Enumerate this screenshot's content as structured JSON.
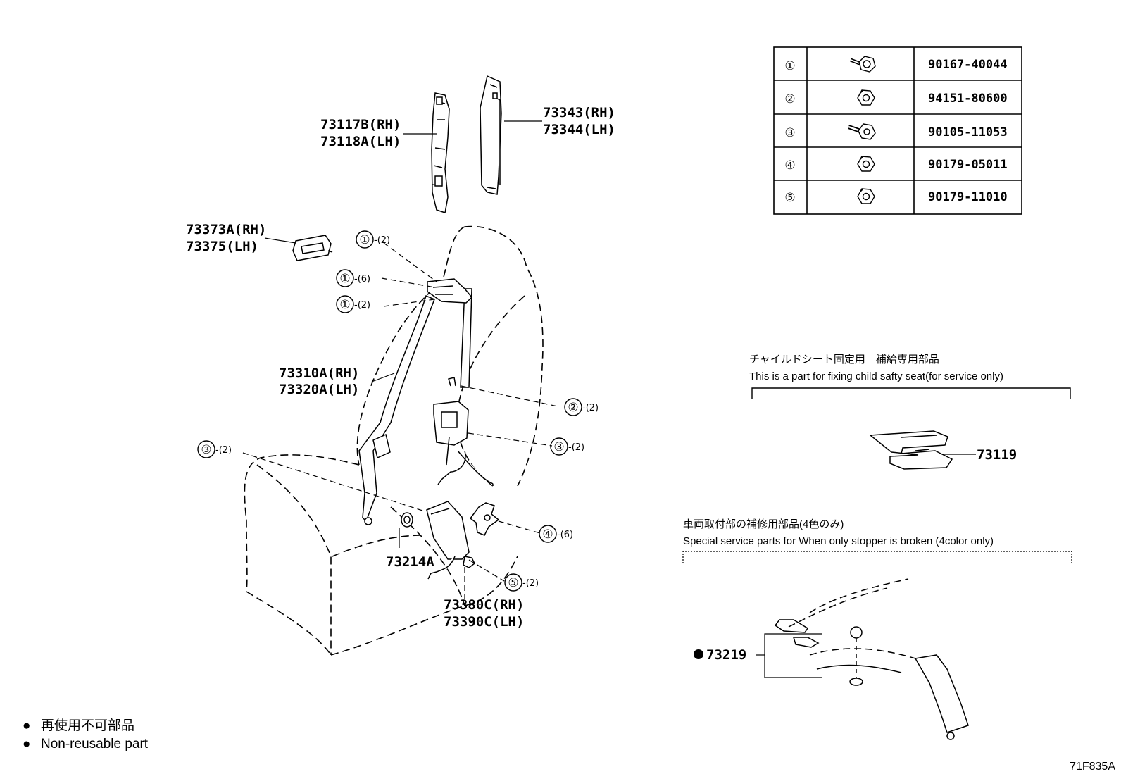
{
  "fastener_table": [
    {
      "num": "①",
      "part": "90167-40044",
      "icon": "screw-washer-icon"
    },
    {
      "num": "②",
      "part": "94151-80600",
      "icon": "hex-nut-icon"
    },
    {
      "num": "③",
      "part": "90105-11053",
      "icon": "flange-bolt-icon"
    },
    {
      "num": "④",
      "part": "90179-05011",
      "icon": "hex-nut-icon"
    },
    {
      "num": "⑤",
      "part": "90179-11010",
      "icon": "hex-nut-icon"
    }
  ],
  "part_labels": {
    "p73117b": "73117B(RH)",
    "p73118a": "73118A(LH)",
    "p73343": "73343(RH)",
    "p73344": "73344(LH)",
    "p73373a": "73373A(RH)",
    "p73375": "73375(LH)",
    "p73310a": "73310A(RH)",
    "p73320a": "73320A(LH)",
    "p73214a": "73214A",
    "p73380c": "73380C(RH)",
    "p73390c": "73390C(LH)",
    "p73119": "73119",
    "p73219": "73219"
  },
  "callouts": [
    {
      "num": "①",
      "qty": "-(2)"
    },
    {
      "num": "①",
      "qty": "-(6)"
    },
    {
      "num": "①",
      "qty": "-(2)"
    },
    {
      "num": "②",
      "qty": "-(2)"
    },
    {
      "num": "③",
      "qty": "-(2)"
    },
    {
      "num": "③",
      "qty": "-(2)"
    },
    {
      "num": "④",
      "qty": "-(6)"
    },
    {
      "num": "⑤",
      "qty": "-(2)"
    }
  ],
  "notes": {
    "child_seat_jp": "チャイルドシート固定用　補給専用部品",
    "child_seat_en": "This is a part for fixing child safty seat(for service only)",
    "stopper_jp": "車両取付部の補修用部品(4色のみ)",
    "stopper_en": "Special service parts for When only stopper is broken (4color only)"
  },
  "legend": {
    "jp": "再使用不可部品",
    "en": "Non-reusable part",
    "marker": "●"
  },
  "diagram_ref": "71F835A"
}
